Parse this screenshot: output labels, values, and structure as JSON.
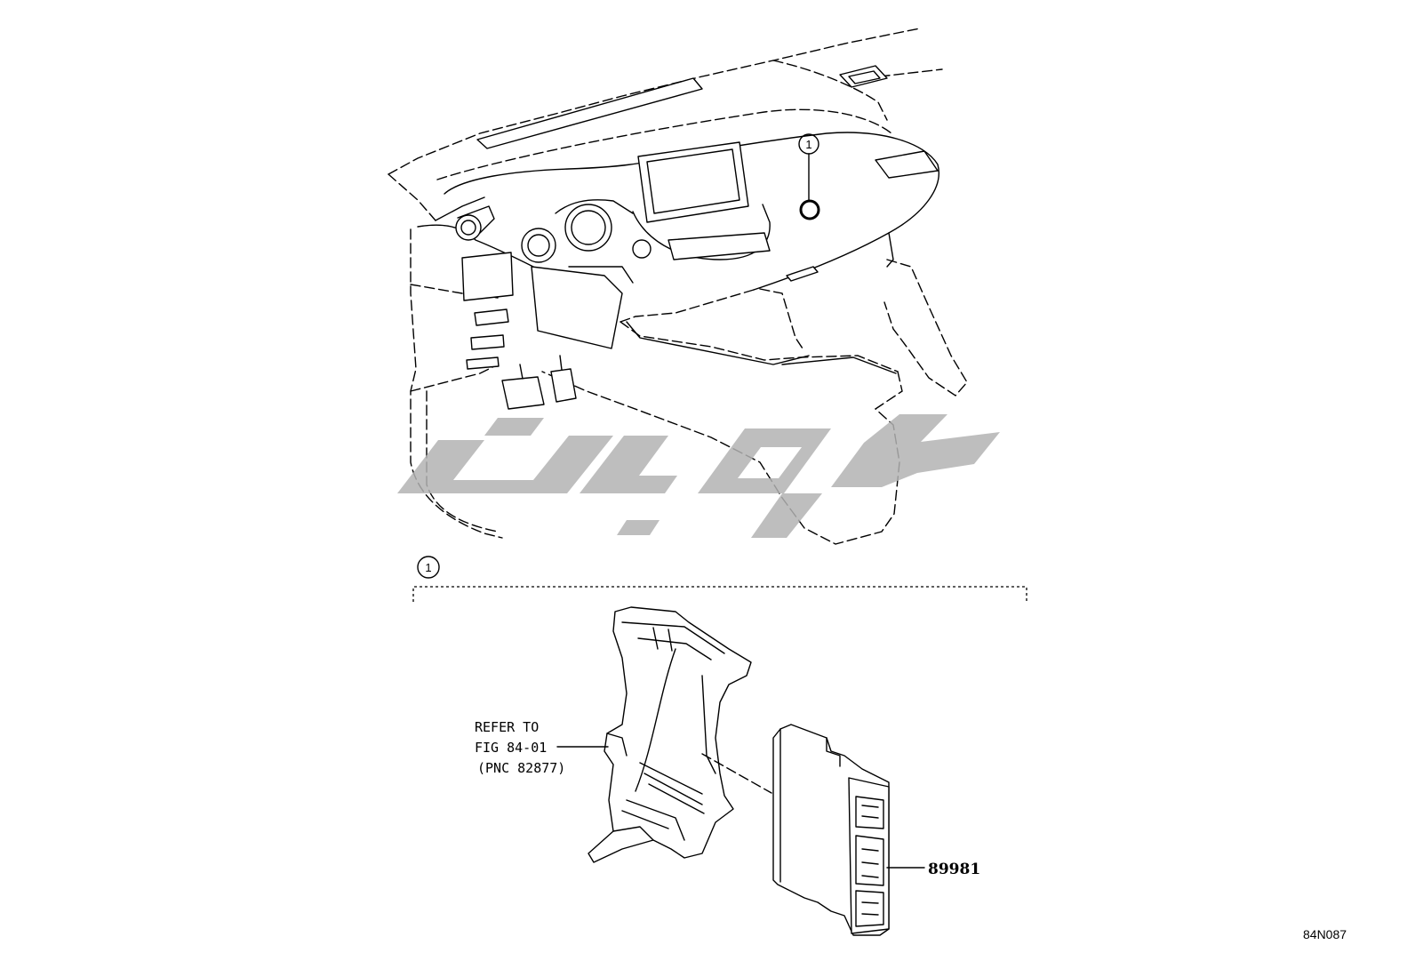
{
  "diagram": {
    "callout_top": "1",
    "callout_bottom": "1",
    "refer_line1": "REFER TO",
    "refer_line2": "FIG 84-01",
    "refer_line3": "(PNC 82877)",
    "part_number": "89981",
    "figure_code": "84N087"
  },
  "colors": {
    "line": "#000000",
    "watermark": "#b3b3b3",
    "background": "#ffffff"
  }
}
